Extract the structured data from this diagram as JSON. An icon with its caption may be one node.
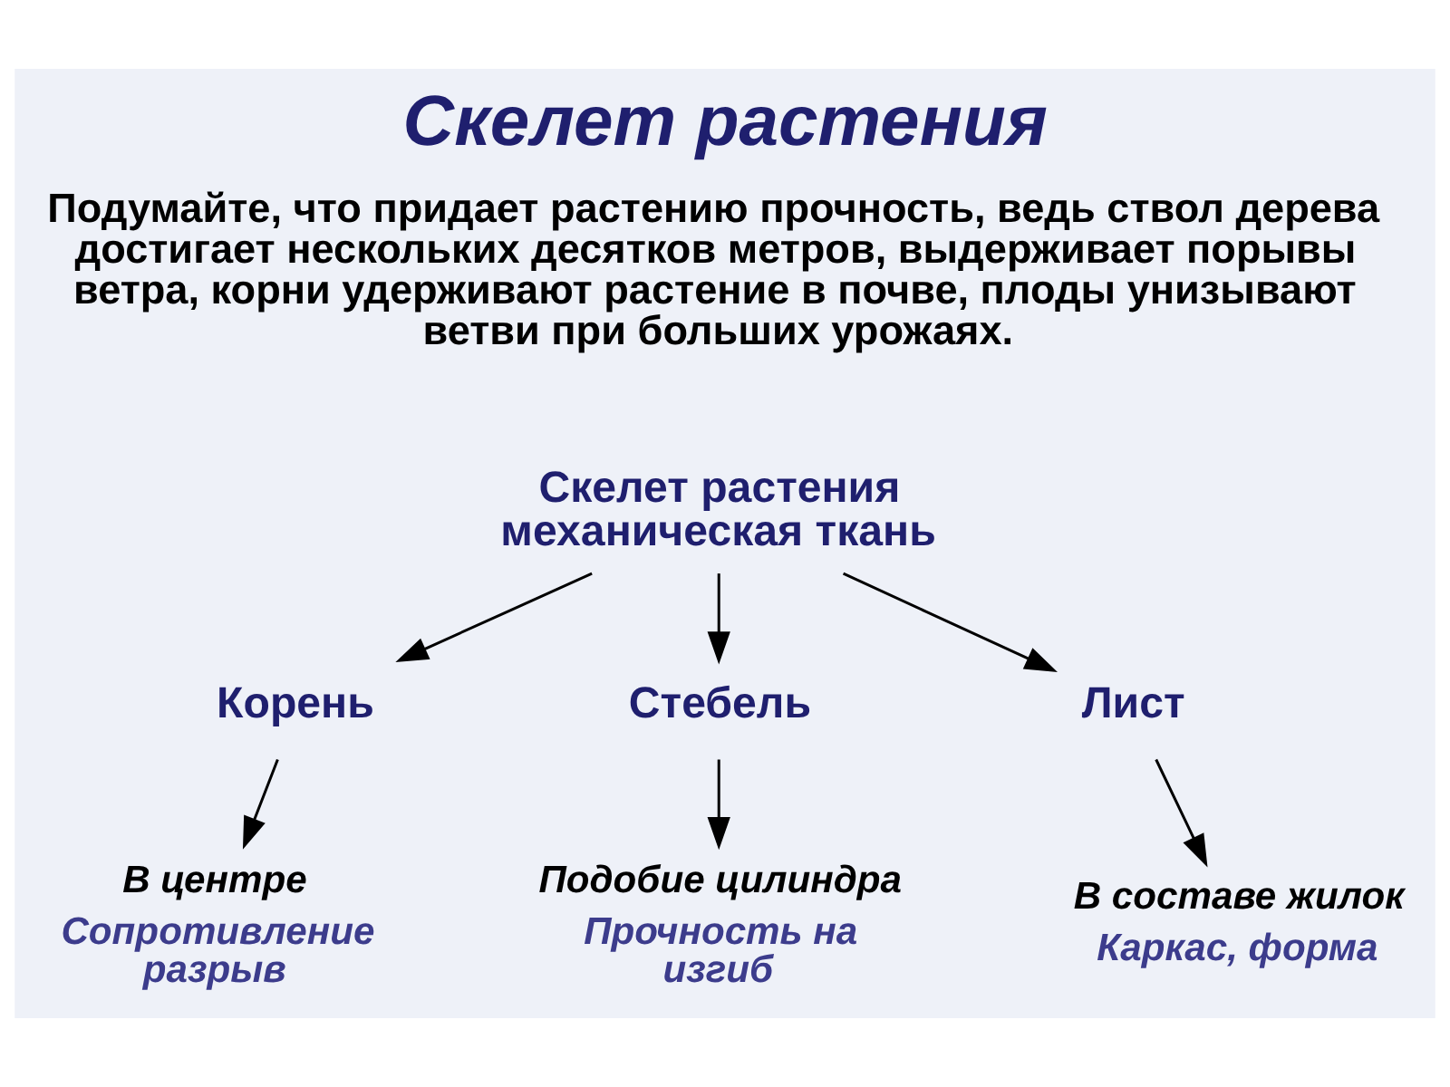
{
  "diagram": {
    "title": "Скелет растения",
    "nodes": [
      {
        "text": [
          "Скелет растения механическая ткань"
        ]
      },
      {
        "text": [
          "Корень"
        ]
      },
      {
        "text": [
          "Стебель"
        ]
      },
      {
        "text": [
          "Лист"
        ]
      },
      {
        "text": [
          "В центре"
        ],
        "beside": [
          "Сопротивление разрыв"
        ]
      },
      {
        "text": [
          "Подобие цилиндра"
        ],
        "beside": [
          "Прочность на изгиб"
        ]
      },
      {
        "text": [
          "В составе жилок"
        ],
        "beside": [
          "Каркас, форма"
        ]
      }
    ],
    "edges": [
      {
        "from": 0,
        "to": 1,
        "arrow": "to"
      },
      {
        "from": 0,
        "to": 2,
        "arrow": "to"
      },
      {
        "from": 0,
        "to": 3,
        "arrow": "to"
      },
      {
        "from": 1,
        "to": 4,
        "arrow": "to"
      },
      {
        "from": 2,
        "to": 5,
        "arrow": "to"
      },
      {
        "from": 3,
        "to": 6,
        "arrow": "to"
      }
    ],
    "labels": [
      "Подумайте, что придает растению прочность, ведь ствол дерева достигает нескольких десятков метров, выдерживает порывы ветра, корни удерживают растение в почве, плоды унизывают ветви при больших урожаях."
    ]
  }
}
